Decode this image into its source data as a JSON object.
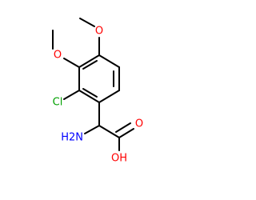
{
  "atoms": {
    "methoxy_o_top": "O",
    "methoxy_o_left": "O",
    "chlorine": "Cl",
    "amine": "H2N",
    "acid_oh": "OH",
    "acid_o": "O"
  },
  "colors": {
    "bond": "#000000",
    "oxygen": "#ff0000",
    "chlorine": "#00a000",
    "nitrogen": "#0000ff"
  }
}
